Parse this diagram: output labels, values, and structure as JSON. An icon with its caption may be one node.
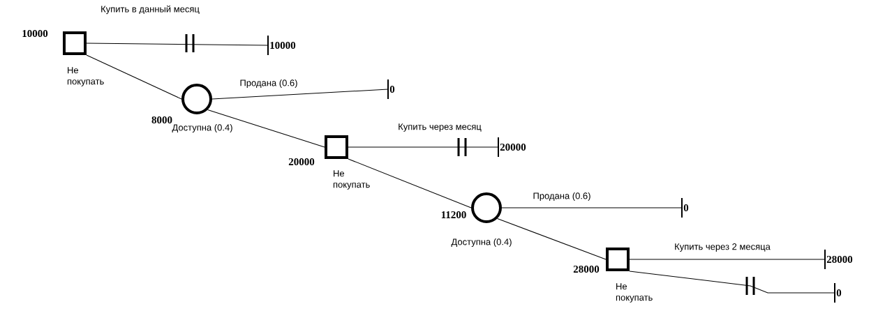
{
  "diagram": {
    "nodes": [
      {
        "text": [],
        "shape": "box",
        "beside": [
          "10000"
        ]
      },
      {
        "text": [
          "10000"
        ]
      },
      {
        "text": [],
        "shape": "circle",
        "beside": [
          "8000"
        ]
      },
      {
        "text": [
          "0"
        ]
      },
      {
        "text": [],
        "shape": "box",
        "beside": [
          "20000"
        ]
      },
      {
        "text": [
          "20000"
        ]
      },
      {
        "text": [],
        "shape": "circle",
        "beside": [
          "11200"
        ]
      },
      {
        "text": [
          "0"
        ]
      },
      {
        "text": [],
        "shape": "box",
        "beside": [
          "28000"
        ]
      },
      {
        "text": [
          "28000"
        ]
      },
      {
        "text": [
          "0"
        ]
      }
    ],
    "edges": [
      {
        "from": 0,
        "to": 1,
        "arrow": "none",
        "label": "Купить в данный месяц"
      },
      {
        "from": 0,
        "to": 2,
        "arrow": "none",
        "label": "Не покупать"
      },
      {
        "from": 2,
        "to": 3,
        "arrow": "none",
        "label": "Продана (0.6)"
      },
      {
        "from": 2,
        "to": 4,
        "arrow": "none",
        "label": "Доступна (0.4)"
      },
      {
        "from": 4,
        "to": 5,
        "arrow": "none",
        "label": "Купить через месяц"
      },
      {
        "from": 4,
        "to": 6,
        "arrow": "none",
        "label": "Не покупать"
      },
      {
        "from": 6,
        "to": 7,
        "arrow": "none",
        "label": "Продана (0.6)"
      },
      {
        "from": 6,
        "to": 8,
        "arrow": "none",
        "label": "Доступна (0.4)"
      },
      {
        "from": 8,
        "to": 9,
        "arrow": "none",
        "label": "Купить через 2 месяца"
      },
      {
        "from": 8,
        "to": 10,
        "arrow": "none",
        "label": "Не покупать"
      }
    ]
  }
}
